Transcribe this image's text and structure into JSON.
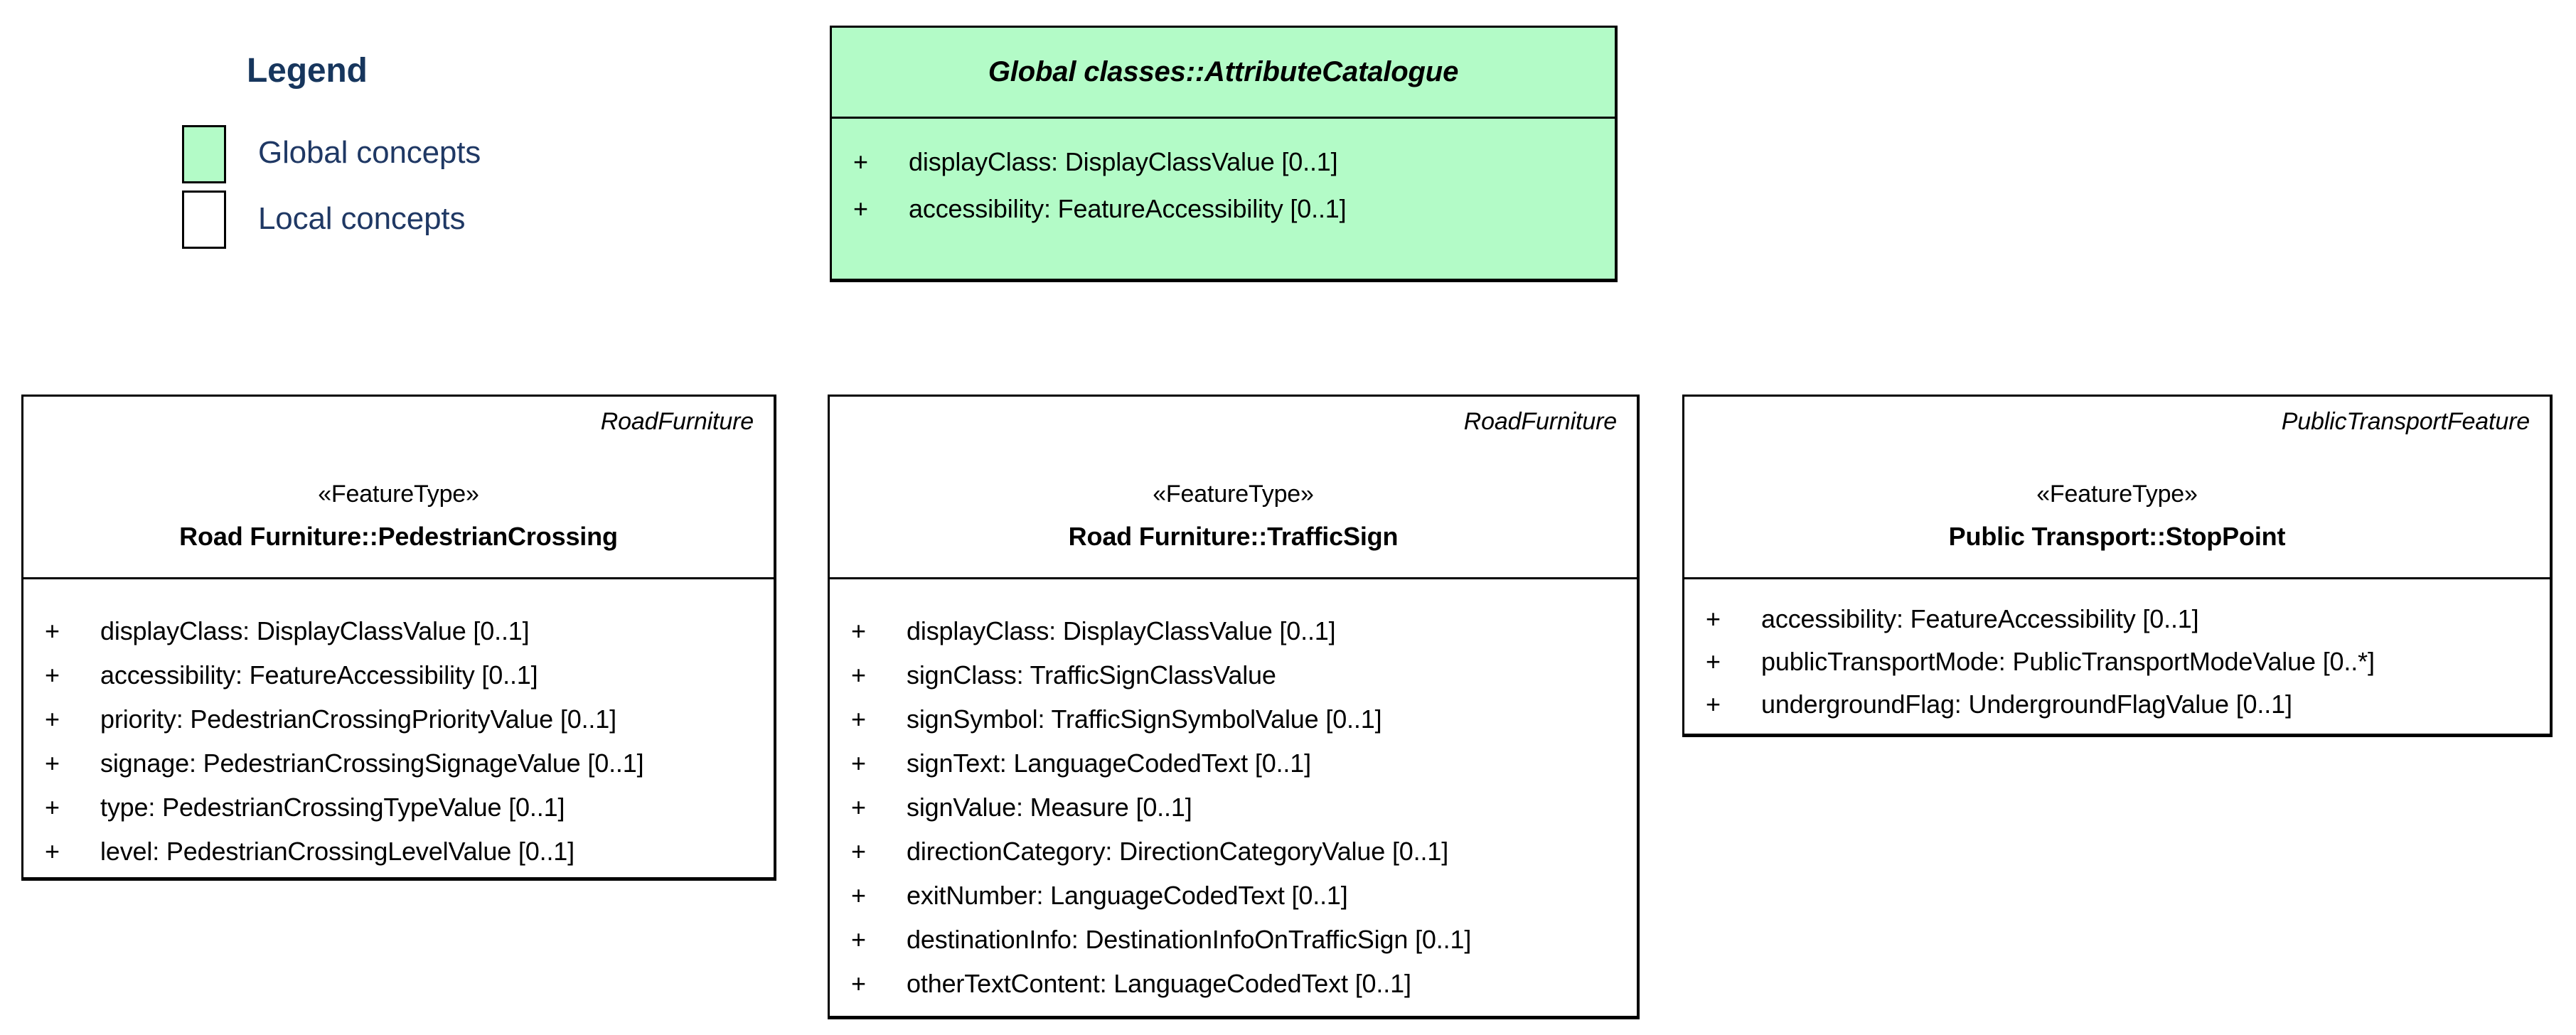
{
  "legend": {
    "title": "Legend",
    "items": [
      {
        "label": "Global concepts",
        "swatch": "global"
      },
      {
        "label": "Local concepts",
        "swatch": "local"
      }
    ]
  },
  "colors": {
    "global_fill": "#b3fbc7",
    "local_fill": "#ffffff",
    "border": "#000000",
    "legend_title_text": "#17365d",
    "legend_text": "#1f3864",
    "diagram_text": "#000000"
  },
  "global_class": {
    "title": "Global classes::AttributeCatalogue",
    "attributes": [
      {
        "v": "+",
        "t": "displayClass: DisplayClassValue [0..1]"
      },
      {
        "v": "+",
        "t": "accessibility: FeatureAccessibility [0..1]"
      }
    ]
  },
  "classes": [
    {
      "package": "RoadFurniture",
      "stereotype": "«FeatureType»",
      "name": "Road Furniture::PedestrianCrossing",
      "attributes": [
        {
          "v": "+",
          "t": "displayClass: DisplayClassValue [0..1]"
        },
        {
          "v": "+",
          "t": "accessibility: FeatureAccessibility [0..1]"
        },
        {
          "v": "+",
          "t": "priority: PedestrianCrossingPriorityValue [0..1]"
        },
        {
          "v": "+",
          "t": "signage: PedestrianCrossingSignageValue [0..1]"
        },
        {
          "v": "+",
          "t": "type: PedestrianCrossingTypeValue [0..1]"
        },
        {
          "v": "+",
          "t": "level: PedestrianCrossingLevelValue [0..1]"
        }
      ]
    },
    {
      "package": "RoadFurniture",
      "stereotype": "«FeatureType»",
      "name": "Road Furniture::TrafficSign",
      "attributes": [
        {
          "v": "+",
          "t": "displayClass: DisplayClassValue [0..1]"
        },
        {
          "v": "+",
          "t": "signClass: TrafficSignClassValue"
        },
        {
          "v": "+",
          "t": "signSymbol: TrafficSignSymbolValue [0..1]"
        },
        {
          "v": "+",
          "t": "signText: LanguageCodedText [0..1]"
        },
        {
          "v": "+",
          "t": "signValue: Measure [0..1]"
        },
        {
          "v": "+",
          "t": "directionCategory: DirectionCategoryValue [0..1]"
        },
        {
          "v": "+",
          "t": "exitNumber: LanguageCodedText [0..1]"
        },
        {
          "v": "+",
          "t": "destinationInfo: DestinationInfoOnTrafficSign [0..1]"
        },
        {
          "v": "+",
          "t": "otherTextContent: LanguageCodedText [0..1]"
        }
      ]
    },
    {
      "package": "PublicTransportFeature",
      "stereotype": "«FeatureType»",
      "name": "Public Transport::StopPoint",
      "attributes": [
        {
          "v": "+",
          "t": "accessibility: FeatureAccessibility [0..1]"
        },
        {
          "v": "+",
          "t": "publicTransportMode: PublicTransportModeValue [0..*]"
        },
        {
          "v": "+",
          "t": "undergroundFlag: UndergroundFlagValue [0..1]"
        }
      ]
    }
  ]
}
